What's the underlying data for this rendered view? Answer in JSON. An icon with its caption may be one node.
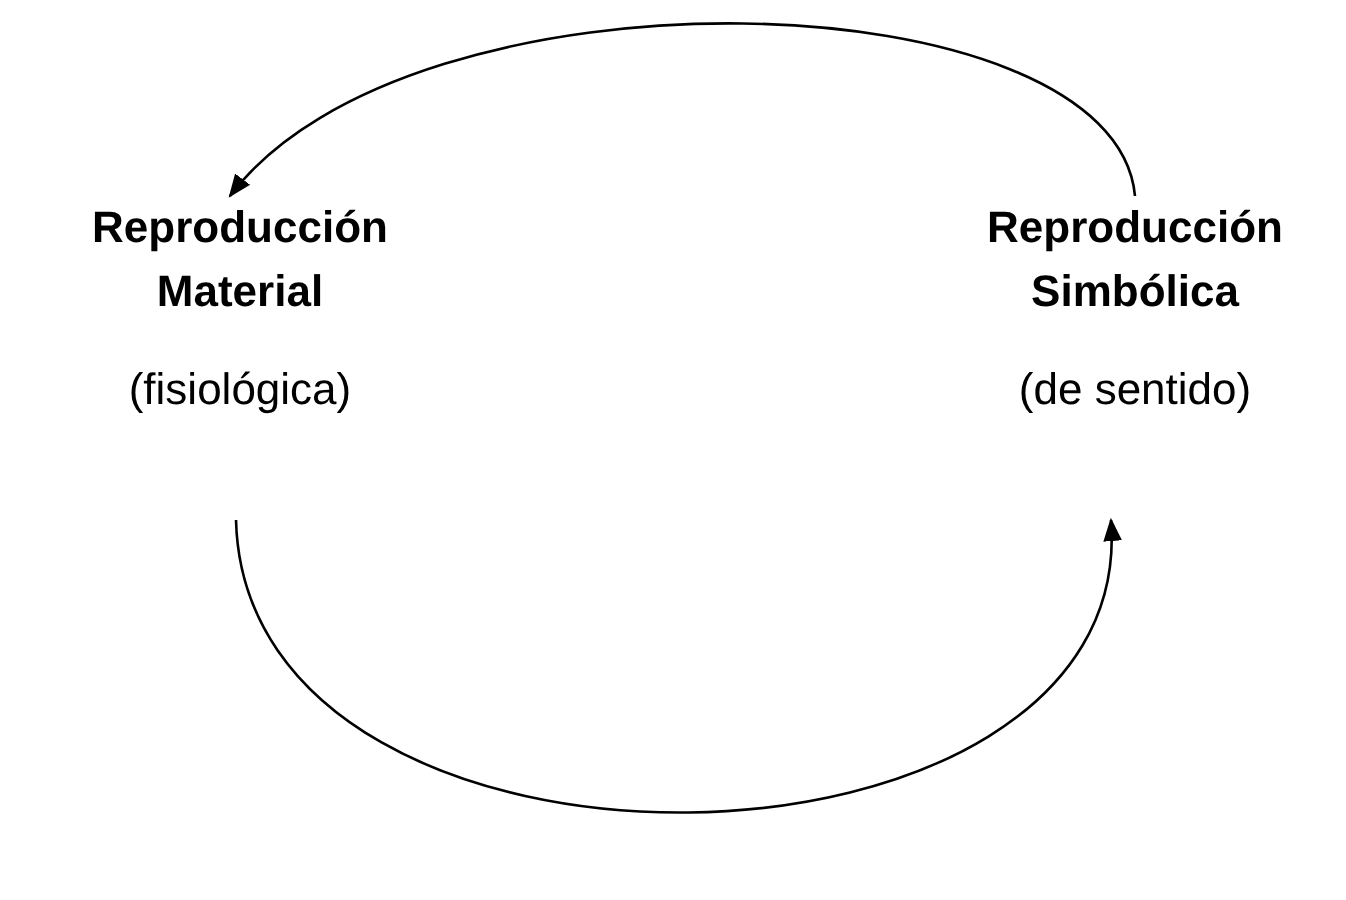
{
  "diagram": {
    "nodes": [
      {
        "text": [
          "Reproducción Material",
          "(fisiológica)"
        ]
      },
      {
        "text": [
          "Reproducción Simbólica",
          "(de sentido)"
        ]
      }
    ],
    "edges": [
      {
        "from": 1,
        "to": 0,
        "arrow": "to"
      },
      {
        "from": 0,
        "to": 1,
        "arrow": "to"
      }
    ]
  }
}
